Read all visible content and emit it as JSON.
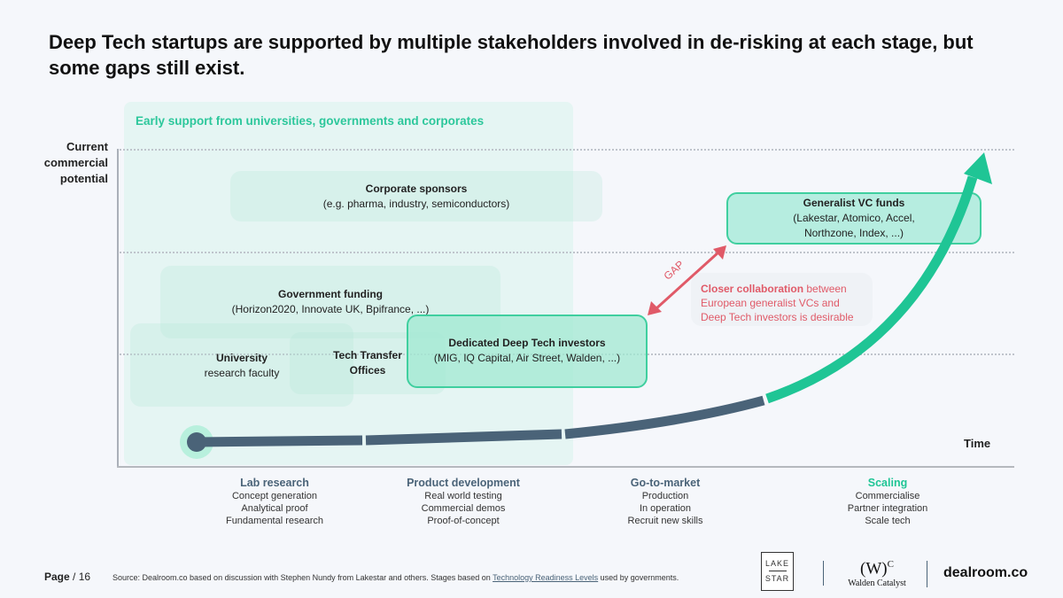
{
  "title": "Deep Tech startups are supported by multiple stakeholders involved in de-risking at each stage, but some gaps still exist.",
  "early_support": "Early support from universities, governments and corporates",
  "y_axis": [
    "Current",
    "commercial",
    "potential"
  ],
  "x_axis": "Time",
  "boxes": {
    "corporate": {
      "title": "Corporate sponsors",
      "sub": "(e.g. pharma, industry, semiconductors)"
    },
    "government": {
      "title": "Government funding",
      "sub": "(Horizon2020, Innovate UK, Bpifrance, ...)"
    },
    "university": {
      "title": "University",
      "sub": "research faculty"
    },
    "tto": {
      "title": "Tech Transfer",
      "sub": "Offices"
    },
    "deeptech": {
      "title": "Dedicated Deep Tech investors",
      "sub": "(MIG, IQ Capital, Air Street, Walden, ...)"
    },
    "generalist": {
      "title": "Generalist VC funds",
      "sub1": "(Lakestar, Atomico, Accel,",
      "sub2": "Northzone, Index, ...)"
    }
  },
  "gap": {
    "label": "GAP",
    "bold": "Closer collaboration",
    "rest1": " between",
    "line2": "European generalist VCs and",
    "line3": "Deep Tech investors is desirable"
  },
  "stages": [
    {
      "name": "Lab research",
      "items": [
        "Concept generation",
        "Analytical proof",
        "Fundamental research"
      ]
    },
    {
      "name": "Product development",
      "items": [
        "Real world testing",
        "Commercial demos",
        "Proof-of-concept"
      ]
    },
    {
      "name": "Go-to-market",
      "items": [
        "Production",
        "In operation",
        "Recruit new skills"
      ]
    },
    {
      "name": "Scaling",
      "items": [
        "Commercialise",
        "Partner integration",
        "Scale tech"
      ]
    }
  ],
  "footer": {
    "page": "Page",
    "page_num": "/ 16",
    "source_pre": "Source: Dealroom.co based on discussion with Stephen Nundy from Lakestar and others. Stages based on ",
    "source_link": "Technology Readiness Levels",
    "source_post": " used by governments.",
    "logo1a": "LAKE",
    "logo1b": "STAR",
    "logo2a": "(W)",
    "logo2sup": "C",
    "logo2b": "Walden Catalyst",
    "logo3": "dealroom.co"
  },
  "colors": {
    "green": "#1fc595",
    "dark": "#4a6378",
    "red": "#e05a68"
  }
}
